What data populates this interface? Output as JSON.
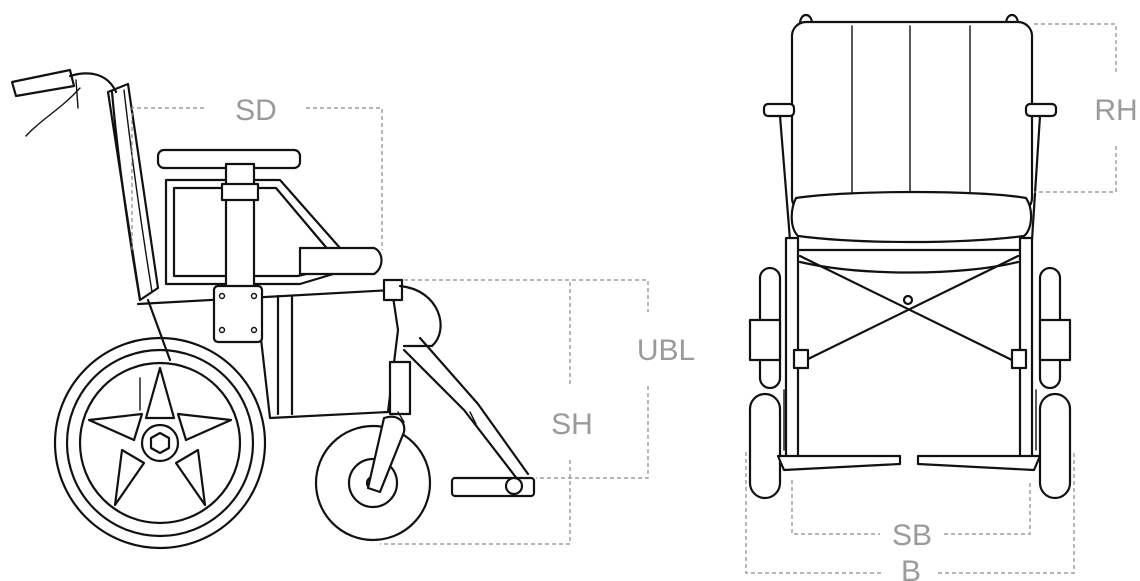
{
  "labels": {
    "sd": "SD",
    "ubl": "UBL",
    "sh": "SH",
    "rh": "RH",
    "sb": "SB",
    "b": "B"
  },
  "colors": {
    "outline": "#111111",
    "dimension_lines": "#8a8a8a",
    "dimension_text": "#9a9a9a",
    "background": "#ffffff"
  }
}
